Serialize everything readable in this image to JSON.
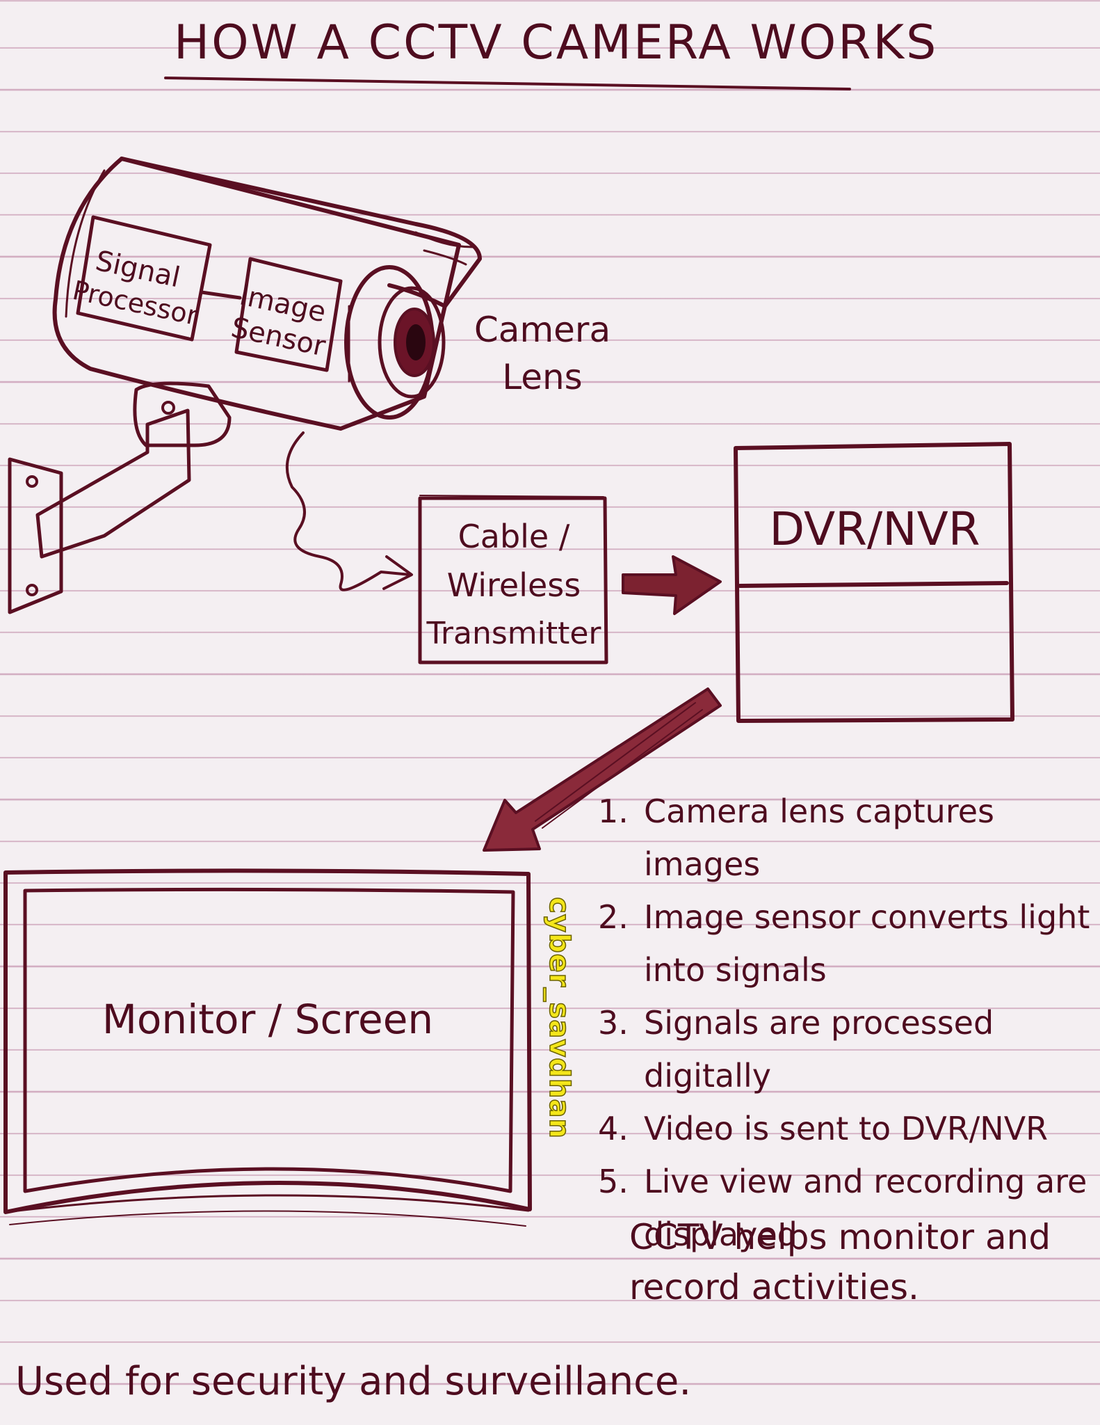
{
  "title": "HOW A CCTV CAMERA WORKS",
  "camera": {
    "signal_processor_line1": "Signal",
    "signal_processor_line2": "Processor",
    "image_sensor_line1": "Image",
    "image_sensor_line2": "Sensor",
    "lens_label_line1": "Camera",
    "lens_label_line2": "Lens"
  },
  "transmitter": {
    "line1": "Cable /",
    "line2": "Wireless",
    "line3": "Transmitter"
  },
  "recorder": {
    "label": "DVR/NVR"
  },
  "monitor": {
    "label": "Monitor / Screen"
  },
  "steps": [
    {
      "num": "1.",
      "text": "Camera lens captures images"
    },
    {
      "num": "2.",
      "text": "Image sensor converts light into signals"
    },
    {
      "num": "3.",
      "text": "Signals are processed digitally"
    },
    {
      "num": "4.",
      "text": "Video is sent to DVR/NVR"
    },
    {
      "num": "5.",
      "text": "Live view and recording are displayed"
    }
  ],
  "summary": "CCTV helps monitor and record activities.",
  "footer": "Used for security and surveillance.",
  "watermark": "cyber_savdhan",
  "colors": {
    "ink": "#5a0f22",
    "paper": "#f4eff2",
    "rule_lines": "#aa5f87",
    "watermark": "#f4e61a"
  }
}
